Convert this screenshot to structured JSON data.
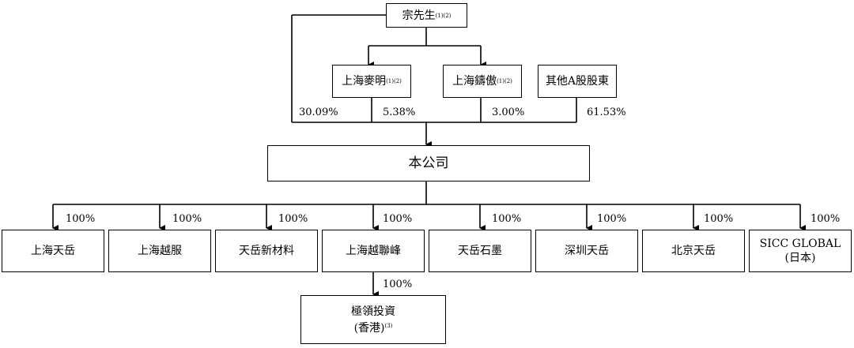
{
  "founder": {
    "name": "宗先生",
    "note": "(1)(2)"
  },
  "holders": [
    {
      "name": "上海麥明",
      "note": "(1)(2)"
    },
    {
      "name": "上海鑄傲",
      "note": "(1)(2)"
    },
    {
      "name": "其他A股股東",
      "note": ""
    }
  ],
  "holding_pcts": [
    "30.09%",
    "5.38%",
    "3.00%",
    "61.53%"
  ],
  "company": {
    "name": "本公司"
  },
  "subsidiaries": [
    {
      "name": "上海天岳",
      "pct": "100%"
    },
    {
      "name": "上海越服",
      "pct": "100%"
    },
    {
      "name": "天岳新材料",
      "pct": "100%"
    },
    {
      "name": "上海越聯峰",
      "pct": "100%"
    },
    {
      "name": "天岳石墨",
      "pct": "100%"
    },
    {
      "name": "深圳天岳",
      "pct": "100%"
    },
    {
      "name": "北京天岳",
      "pct": "100%"
    },
    {
      "name": "SICC GLOBAL",
      "name_line2": "(日本)",
      "pct": "100%"
    }
  ],
  "sub_subsidiary": {
    "line1": "極領投資",
    "line2": "(香港)",
    "note": "(3)",
    "pct": "100%"
  }
}
